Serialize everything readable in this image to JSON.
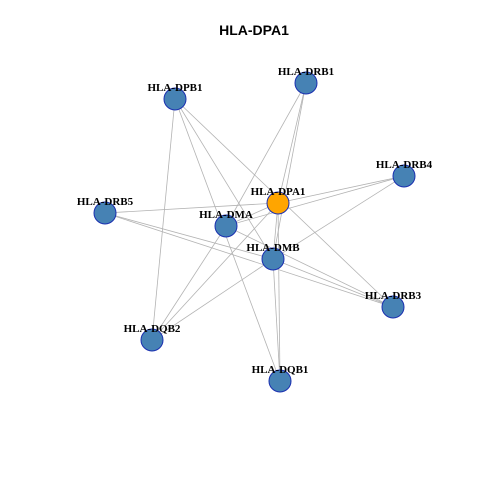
{
  "title": "HLA-DPA1",
  "colors": {
    "hub": "#FFA500",
    "node": "#4682B4",
    "node_border": "#1a2fb0",
    "edge": "#b3b3b3"
  },
  "nodes": [
    {
      "id": "HLA-DPA1",
      "label": "HLA-DPA1",
      "hub": true
    },
    {
      "id": "HLA-DRB1",
      "label": "HLA-DRB1",
      "hub": false
    },
    {
      "id": "HLA-DPB1",
      "label": "HLA-DPB1",
      "hub": false
    },
    {
      "id": "HLA-DRB4",
      "label": "HLA-DRB4",
      "hub": false
    },
    {
      "id": "HLA-DRB5",
      "label": "HLA-DRB5",
      "hub": false
    },
    {
      "id": "HLA-DMA",
      "label": "HLA-DMA",
      "hub": false
    },
    {
      "id": "HLA-DMB",
      "label": "HLA-DMB",
      "hub": false
    },
    {
      "id": "HLA-DRB3",
      "label": "HLA-DRB3",
      "hub": false
    },
    {
      "id": "HLA-DQB2",
      "label": "HLA-DQB2",
      "hub": false
    },
    {
      "id": "HLA-DQB1",
      "label": "HLA-DQB1",
      "hub": false
    }
  ],
  "edges": [
    [
      "HLA-DPA1",
      "HLA-DRB1"
    ],
    [
      "HLA-DPA1",
      "HLA-DRB4"
    ],
    [
      "HLA-DPA1",
      "HLA-DRB5"
    ],
    [
      "HLA-DPA1",
      "HLA-DMB"
    ],
    [
      "HLA-DPA1",
      "HLA-DQB1"
    ],
    [
      "HLA-DPA1",
      "HLA-DQB2"
    ],
    [
      "HLA-DPA1",
      "HLA-DMA"
    ],
    [
      "HLA-DPB1",
      "HLA-DMB"
    ],
    [
      "HLA-DPB1",
      "HLA-DQB1"
    ],
    [
      "HLA-DPB1",
      "HLA-DQB2"
    ],
    [
      "HLA-DPB1",
      "HLA-DRB3"
    ],
    [
      "HLA-DRB1",
      "HLA-DMB"
    ],
    [
      "HLA-DRB1",
      "HLA-DMA"
    ],
    [
      "HLA-DRB4",
      "HLA-DMB"
    ],
    [
      "HLA-DRB4",
      "HLA-DMA"
    ],
    [
      "HLA-DRB5",
      "HLA-DMB"
    ],
    [
      "HLA-DRB5",
      "HLA-DRB3"
    ],
    [
      "HLA-DMA",
      "HLA-DQB2"
    ],
    [
      "HLA-DMA",
      "HLA-DRB3"
    ],
    [
      "HLA-DMB",
      "HLA-DQB1"
    ],
    [
      "HLA-DMB",
      "HLA-DRB3"
    ],
    [
      "HLA-DMB",
      "HLA-DQB2"
    ]
  ]
}
